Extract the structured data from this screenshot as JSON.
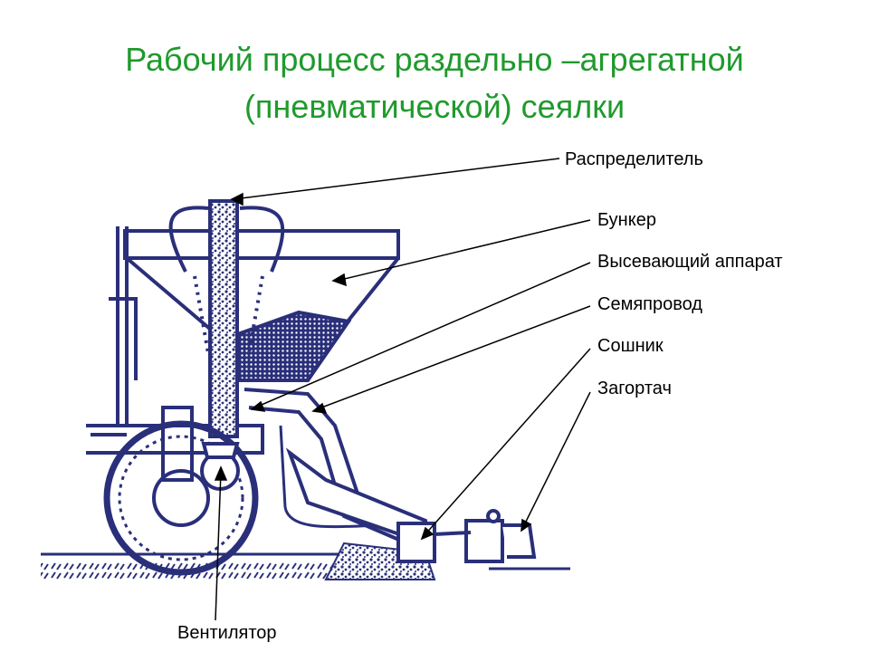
{
  "title": {
    "line1": "Рабочий процесс  раздельно –агрегатной",
    "line2": "(пневматической)  сеялки"
  },
  "labels": {
    "distributor": "Распределитель",
    "hopper": "Бункер",
    "metering_unit": "Высевающий аппарат",
    "seed_tube": "Семяпровод",
    "coulter": "Сошник",
    "closer": "Загортач",
    "fan": "Вентилятор"
  },
  "colors": {
    "title": "#1f9a2c",
    "drawing": "#2a2f7a",
    "leader": "#000000"
  }
}
